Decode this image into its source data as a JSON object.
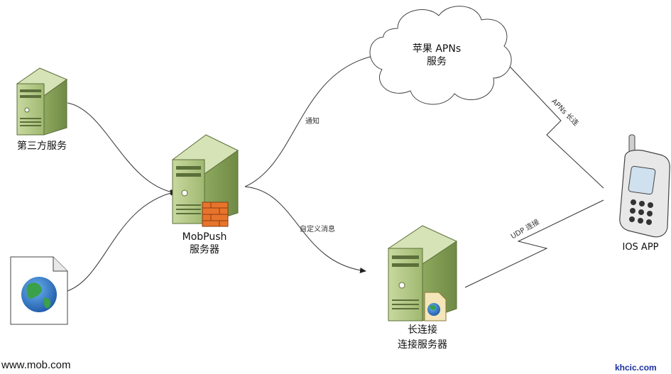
{
  "nodes": {
    "third_party": "第三方服务",
    "mobpush_line1": "MobPush",
    "mobpush_line2": "服务器",
    "apns_line1": "苹果 APNs",
    "apns_line2": "服务",
    "long_conn_line1": "长连接",
    "long_conn_line2": "连接服务器",
    "ios_app": "IOS APP"
  },
  "edges": {
    "notify": "通知",
    "custom_message": "自定义消息",
    "apns_long": "APNs 长连",
    "udp_connect": "UDP 连接"
  },
  "footer": {
    "site": "www.mob.com",
    "brand": "khcic.com"
  },
  "colors": {
    "server_green": "#b5c98a",
    "server_dark": "#7f9a52",
    "firewall": "#e8742c",
    "globe_blue": "#2a6fc6",
    "globe_green": "#3aa04a",
    "brand": "#1a2f9c"
  }
}
